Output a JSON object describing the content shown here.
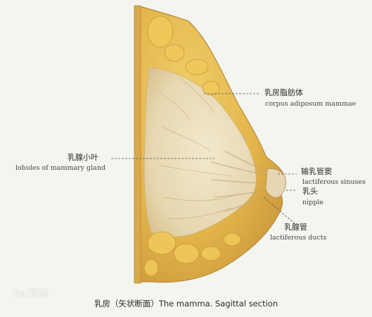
{
  "labels": {
    "corpus_adiposum": {
      "cn": "乳房脂肪体",
      "en": "corpus adiposum mammae"
    },
    "lobules": {
      "cn": "乳腺小叶",
      "en": "lobules of mammary gland"
    },
    "lactiferous_sinuses": {
      "cn": "输乳管窦",
      "en": "lactiferous sinuses"
    },
    "nipple": {
      "cn": "乳头",
      "en": "nipple"
    },
    "lactiferous_ducts": {
      "cn": "乳腺管",
      "en": "lactiferous ducts"
    }
  },
  "caption": "乳房（矢状断面）The mamma. Sagittal section",
  "watermark": "Bai百科",
  "colors": {
    "background": "#f4f5ef",
    "fat": "#e2b84a",
    "gland": "#ece1c4",
    "tissue_edge": "#c9a455"
  }
}
